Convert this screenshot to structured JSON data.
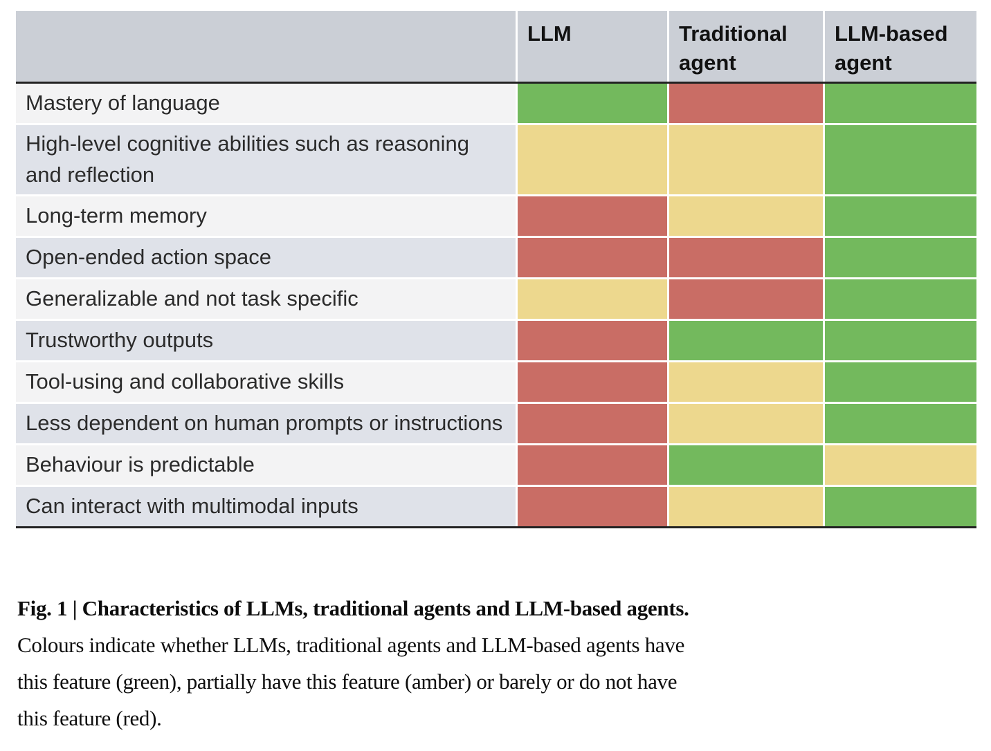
{
  "table": {
    "columns": [
      "",
      "LLM",
      "Traditional agent",
      "LLM-based agent"
    ],
    "rows": [
      {
        "label": "Mastery of language",
        "values": [
          "green",
          "red",
          "green"
        ]
      },
      {
        "label": "High-level cognitive abilities such as reasoning and reflection",
        "values": [
          "amber",
          "amber",
          "green"
        ]
      },
      {
        "label": "Long-term memory",
        "values": [
          "red",
          "amber",
          "green"
        ]
      },
      {
        "label": "Open-ended action space",
        "values": [
          "red",
          "red",
          "green"
        ]
      },
      {
        "label": "Generalizable and not task specific",
        "values": [
          "amber",
          "red",
          "green"
        ]
      },
      {
        "label": "Trustworthy outputs",
        "values": [
          "red",
          "green",
          "green"
        ]
      },
      {
        "label": "Tool-using and collaborative skills",
        "values": [
          "red",
          "amber",
          "green"
        ]
      },
      {
        "label": "Less dependent on human prompts or instructions",
        "values": [
          "red",
          "amber",
          "green"
        ]
      },
      {
        "label": "Behaviour is predictable",
        "values": [
          "red",
          "green",
          "amber"
        ]
      },
      {
        "label": "Can interact with multimodal inputs",
        "values": [
          "red",
          "amber",
          "green"
        ]
      }
    ]
  },
  "chart_data": {
    "type": "heatmap",
    "title": "Characteristics of LLMs, traditional agents and LLM-based agents",
    "columns": [
      "LLM",
      "Traditional agent",
      "LLM-based agent"
    ],
    "rows": [
      "Mastery of language",
      "High-level cognitive abilities such as reasoning and reflection",
      "Long-term memory",
      "Open-ended action space",
      "Generalizable and not task specific",
      "Trustworthy outputs",
      "Tool-using and collaborative skills",
      "Less dependent on human prompts or instructions",
      "Behaviour is predictable",
      "Can interact with multimodal inputs"
    ],
    "values": [
      [
        "green",
        "red",
        "green"
      ],
      [
        "amber",
        "amber",
        "green"
      ],
      [
        "red",
        "amber",
        "green"
      ],
      [
        "red",
        "red",
        "green"
      ],
      [
        "amber",
        "red",
        "green"
      ],
      [
        "red",
        "green",
        "green"
      ],
      [
        "red",
        "amber",
        "green"
      ],
      [
        "red",
        "amber",
        "green"
      ],
      [
        "red",
        "green",
        "amber"
      ],
      [
        "red",
        "amber",
        "green"
      ]
    ],
    "legend": {
      "green": "have this feature",
      "amber": "partially have this feature",
      "red": "barely or do not have this feature"
    }
  },
  "colors": {
    "green": "#73b95d",
    "amber": "#edd88e",
    "red": "#c96d65",
    "header_bg": "#cbcfd6",
    "row_light": "#f3f3f4",
    "row_alt": "#dfe2e9",
    "rule": "#222222"
  },
  "caption": {
    "title": "Fig. 1 | Characteristics of LLMs, traditional agents and LLM-based agents.",
    "lines": [
      "Colours indicate whether LLMs, traditional agents and LLM-based agents have",
      "this feature (green), partially have this feature (amber) or barely or do not have",
      "this feature (red)."
    ]
  }
}
